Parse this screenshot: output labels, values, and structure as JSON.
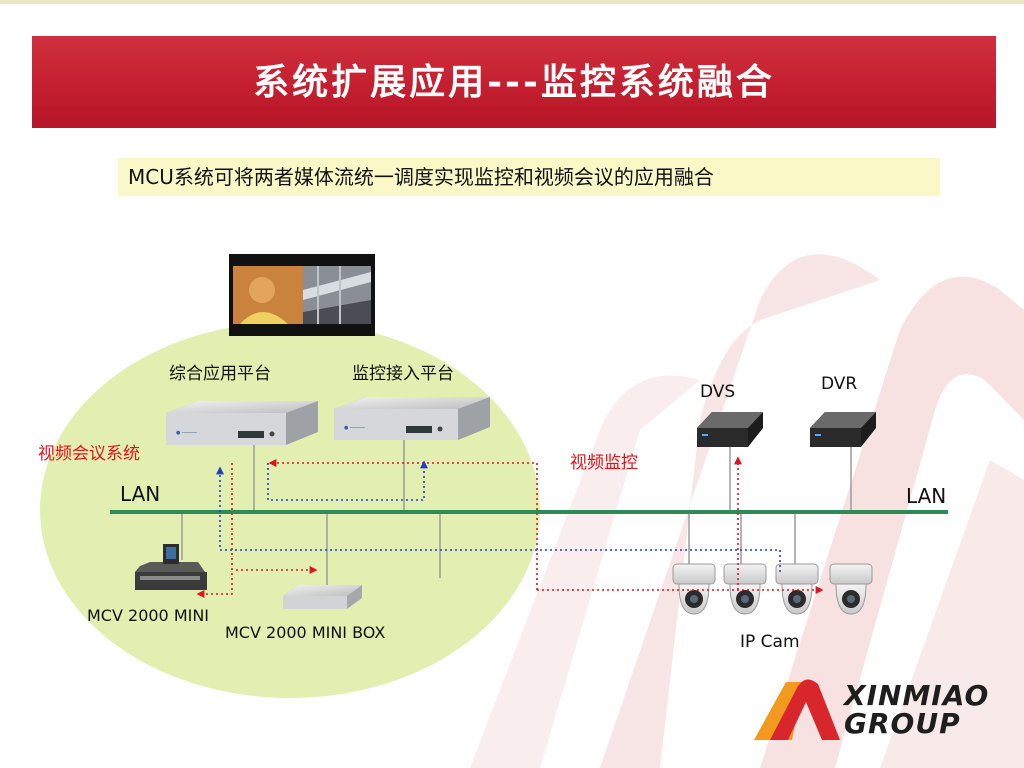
{
  "slide": {
    "title": "系统扩展应用---监控系统融合",
    "subtitle": "MCU系统可将两者媒体流统一调度实现监控和视频会议的应用融合"
  },
  "diagram": {
    "platform_general": "综合应用平台",
    "platform_monitor": "监控接入平台",
    "video_conf_system": "视频会议系统",
    "video_monitoring": "视频监控",
    "lan_left": "LAN",
    "lan_right": "LAN",
    "dvs": "DVS",
    "dvr": "DVR",
    "mcv_mini": "MCV 2000 MINI",
    "mcv_mini_box": "MCV 2000 MINI BOX",
    "ip_cam": "IP Cam"
  },
  "logo": {
    "line1": "XINMIAO",
    "line2": "GROUP"
  },
  "colors": {
    "title_bar": "#c41f30",
    "subtitle_bg": "#fbf8c8",
    "ellipse": "#e3efb0",
    "lan_line": "#2e8b57",
    "red_flow": "#e0141e",
    "blue_flow": "#1f3fbf",
    "logo_red": "#d9252c",
    "logo_orange": "#f29a1e"
  }
}
